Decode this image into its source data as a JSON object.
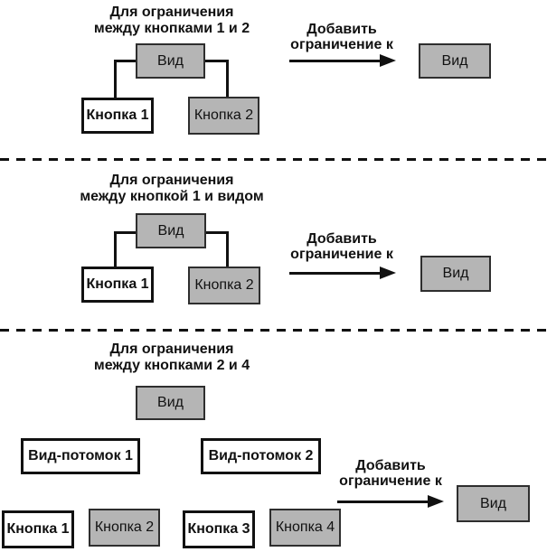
{
  "colors": {
    "box_gray_fill": "#b5b5b5",
    "box_border_dark": "#2e2e2e",
    "box_white_fill": "#ffffff",
    "line_color": "#111111",
    "text_color": "#111111",
    "background": "#ffffff"
  },
  "sections": [
    {
      "title": [
        "Для ограничения",
        "между кнопками 1 и 2"
      ],
      "root_label": "Вид",
      "child1_label": "Кнопка 1",
      "child2_label": "Кнопка 2",
      "arrow_label": [
        "Добавить",
        "ограничение к"
      ],
      "target_label": "Вид"
    },
    {
      "title": [
        "Для ограничения",
        "между кнопкой 1 и видом"
      ],
      "root_label": "Вид",
      "child1_label": "Кнопка 1",
      "child2_label": "Кнопка 2",
      "arrow_label": [
        "Добавить",
        "ограничение к"
      ],
      "target_label": "Вид"
    },
    {
      "title": [
        "Для ограничения",
        "между кнопками 2 и 4"
      ],
      "root_label": "Вид",
      "subview1_label": "Вид-потомок 1",
      "subview2_label": "Вид-потомок 2",
      "buttons": [
        "Кнопка 1",
        "Кнопка 2",
        "Кнопка 3",
        "Кнопка 4"
      ],
      "arrow_label": [
        "Добавить",
        "ограничение к"
      ],
      "target_label": "Вид"
    }
  ]
}
